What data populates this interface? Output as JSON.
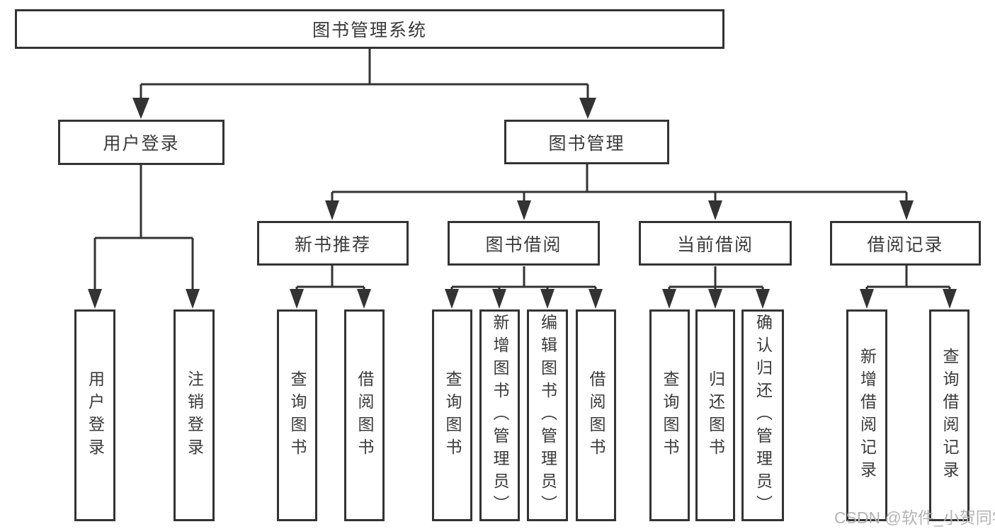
{
  "tree": {
    "root": {
      "label": "图书管理系统"
    },
    "level2": [
      {
        "label": "用户登录"
      },
      {
        "label": "图书管理"
      }
    ],
    "level3": [
      {
        "parent": "图书管理",
        "label": "新书推荐"
      },
      {
        "parent": "图书管理",
        "label": "图书借阅"
      },
      {
        "parent": "图书管理",
        "label": "当前借阅"
      },
      {
        "parent": "图书管理",
        "label": "借阅记录"
      }
    ],
    "leaves": [
      {
        "group": "用户登录",
        "label": "用户登录"
      },
      {
        "group": "用户登录",
        "label": "注销登录"
      },
      {
        "group": "新书推荐",
        "label": "查询图书"
      },
      {
        "group": "新书推荐",
        "label": "借阅图书"
      },
      {
        "group": "图书借阅",
        "label": "查询图书"
      },
      {
        "group": "图书借阅",
        "label": "新增图书（管理员）"
      },
      {
        "group": "图书借阅",
        "label": "编辑图书（管理员）"
      },
      {
        "group": "图书借阅",
        "label": "借阅图书"
      },
      {
        "group": "当前借阅",
        "label": "查询图书"
      },
      {
        "group": "当前借阅",
        "label": "归还图书"
      },
      {
        "group": "当前借阅",
        "label": "确认归还（管理员）"
      },
      {
        "group": "借阅记录",
        "label": "新增借阅记录"
      },
      {
        "group": "借阅记录",
        "label": "查询借阅记录"
      }
    ]
  },
  "watermark": {
    "text": "CSDN @软件_小贺同学"
  },
  "colors": {
    "line": "#333333",
    "text": "#3a3a3a",
    "background": "#ffffff",
    "watermark": "#b4b4b4"
  }
}
